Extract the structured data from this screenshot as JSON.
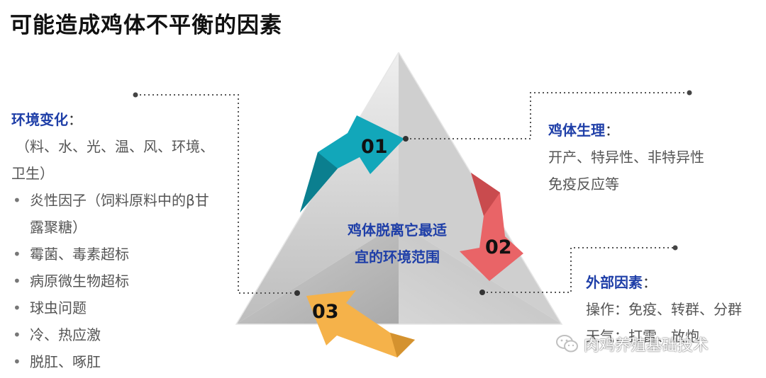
{
  "title": "可能造成鸡体不平衡的因素",
  "center_label": [
    "鸡体脱离它最适",
    "宜的环境范围"
  ],
  "badges": [
    "01",
    "02",
    "03"
  ],
  "left": {
    "heading": "环境变化",
    "colon": "：",
    "paragraph_lines": [
      "（料、水、光、温、风、环境、",
      "卫生）"
    ],
    "items": [
      [
        "炎性因子（饲料原料中的β甘",
        "露聚糖）"
      ],
      [
        "霉菌、毒素超标"
      ],
      [
        "病原微生物超标"
      ],
      [
        "球虫问题"
      ],
      [
        "冷、热应激"
      ],
      [
        "脱肛、啄肛"
      ]
    ]
  },
  "right_top": {
    "heading": "鸡体生理",
    "colon": "：",
    "lines": [
      "开产、特异性、非特异性",
      "免疫反应等"
    ]
  },
  "right_bottom": {
    "heading": "外部因素",
    "colon": "：",
    "lines": [
      "操作：免疫、转群、分群",
      "天气：打雷、放炮"
    ]
  },
  "watermark": "肉鸡养殖基础技术",
  "colors": {
    "arrow_01": "#12a7ba",
    "arrow_02": "#e96467",
    "arrow_03": "#f5b24a",
    "heading_blue": "#1f3fa8"
  }
}
